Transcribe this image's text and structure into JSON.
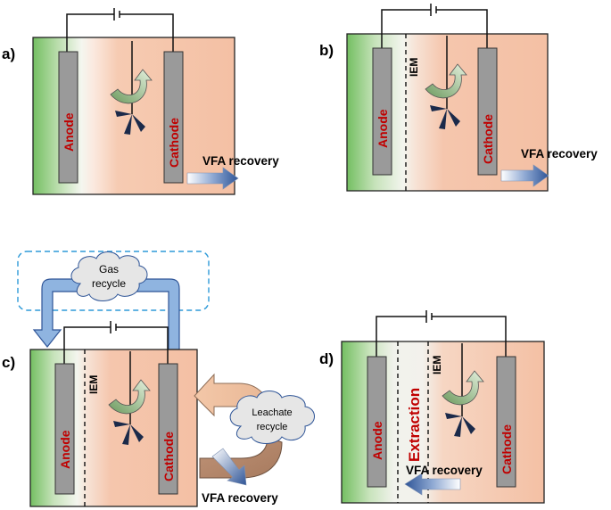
{
  "panels": [
    {
      "letter": "a)",
      "anode": "Anode",
      "cathode": "Cathode",
      "vfa": "VFA recovery"
    },
    {
      "letter": "b)",
      "anode": "Anode",
      "cathode": "Cathode",
      "vfa": "VFA recovery",
      "iem": "IEM"
    },
    {
      "letter": "c)",
      "anode": "Anode",
      "cathode": "Cathode",
      "vfa": "VFA recovery",
      "iem": "IEM",
      "gas_cloud": [
        "Gas",
        "recycle"
      ],
      "leachate_cloud": [
        "Leachate",
        "recycle"
      ]
    },
    {
      "letter": "d)",
      "anode": "Anode",
      "cathode": "Cathode",
      "vfa": "VFA recovery",
      "iem": "IEM",
      "extraction": "Extraction"
    }
  ],
  "colors": {
    "anode_green": "#7cc26a",
    "cathode_salmon": "#f4c0a4",
    "electrode_gray": "#9a9a9a",
    "label_red": "#c00000",
    "arrow_blue": "#2f5597",
    "gas_arrow_blue": "#8fb4e0",
    "dashed_box_blue": "#2e9ad8",
    "leachate_arrow": "#f2c2a0",
    "cloud_gray": "#e4e4e4"
  }
}
